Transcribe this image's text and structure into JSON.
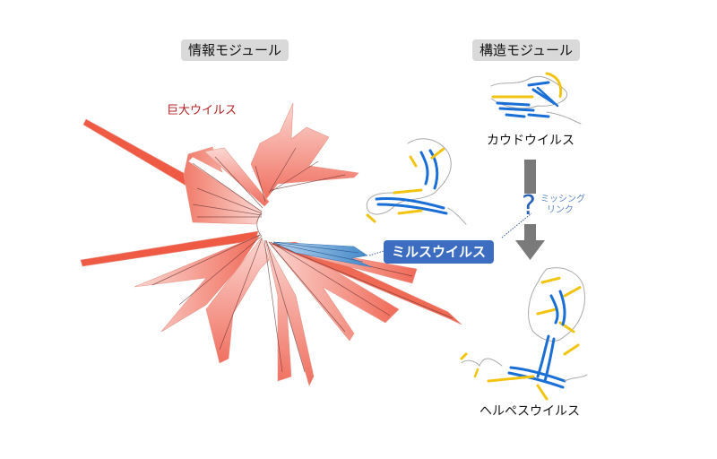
{
  "headers": {
    "info_module": "情報モジュール",
    "struct_module": "構造モジュール"
  },
  "tree": {
    "giant_virus_label": "巨大ウイルス",
    "mils_virus_label": "ミルスウイルス",
    "colors": {
      "giant": "#f08070",
      "giant_dark": "#e83a28",
      "mils": "#4a8ccc",
      "branch": "#5a2a2a"
    }
  },
  "structures": {
    "caudo_label": "カウドウイルス",
    "herpes_label": "ヘルペスウイルス",
    "colors": {
      "helix": "#f2c40f",
      "sheet": "#1a6fd6",
      "coil": "#9a9a9a"
    }
  },
  "missing_link": {
    "symbol": "?",
    "line1": "ミッシング",
    "line2": "リンク"
  },
  "arrow": {
    "color": "#7a7a7a"
  }
}
